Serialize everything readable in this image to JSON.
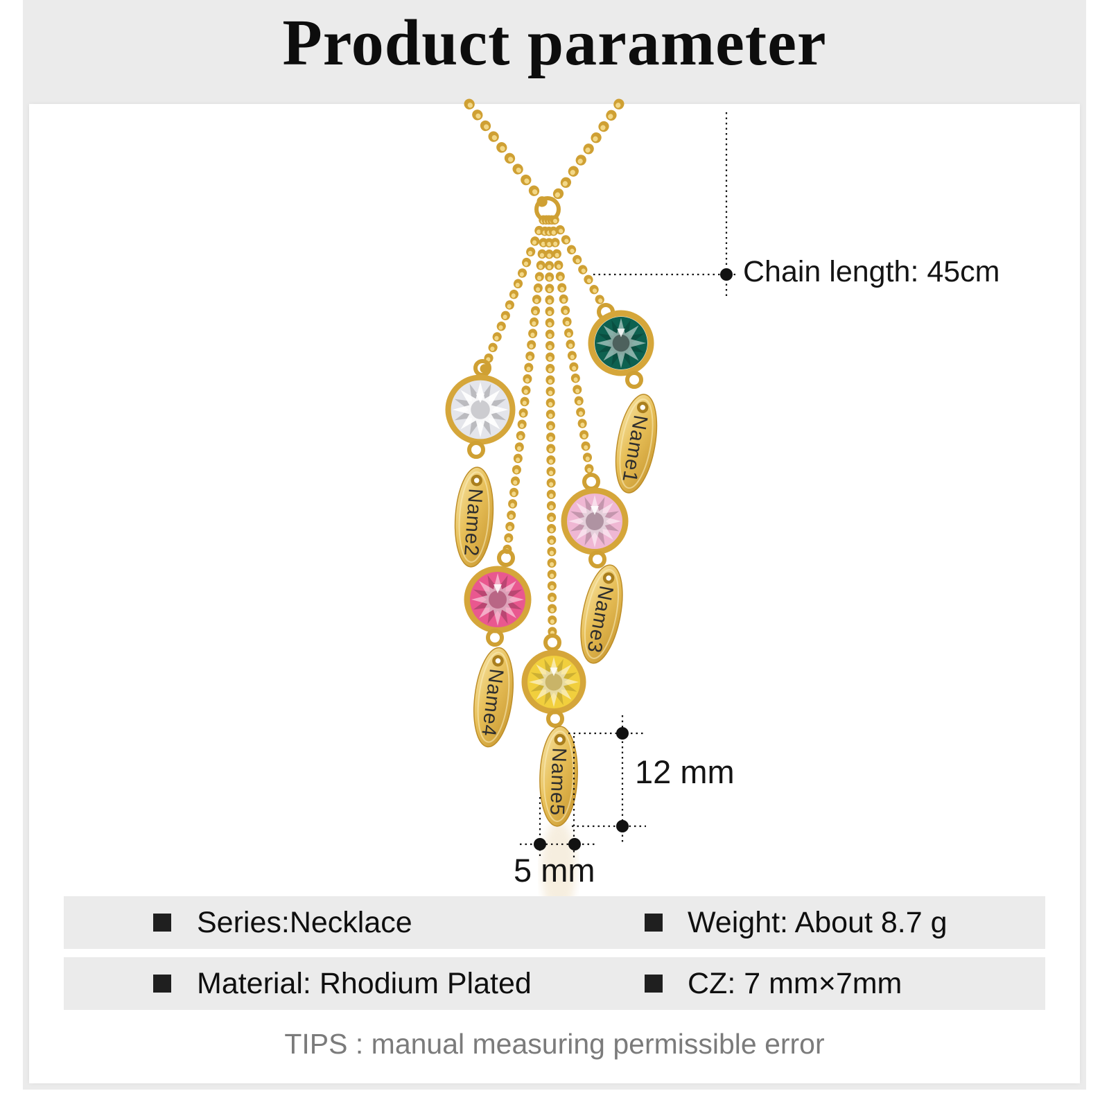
{
  "title": "Product parameter",
  "annotations": {
    "chain_length": "Chain length: 45cm",
    "tag_height": "12 mm",
    "tag_width": "5 mm"
  },
  "necklace": {
    "gold_color": "#d5a63a",
    "pendants": [
      {
        "tag": "Name1",
        "stone": "emerald-green",
        "stone_color": "#0d6150"
      },
      {
        "tag": "Name2",
        "stone": "clear-white",
        "stone_color": "#e4e5ea"
      },
      {
        "tag": "Name3",
        "stone": "light-pink",
        "stone_color": "#efb7d3"
      },
      {
        "tag": "Name4",
        "stone": "rose-pink",
        "stone_color": "#e9588f"
      },
      {
        "tag": "Name5",
        "stone": "yellow",
        "stone_color": "#f1cf3d"
      }
    ]
  },
  "specs": {
    "rows": [
      {
        "left": "Series:Necklace",
        "right": "Weight: About 8.7 g"
      },
      {
        "left": "Material: Rhodium Plated",
        "right": "CZ: 7 mm×7mm"
      }
    ],
    "tips": "TIPS : manual measuring permissible error"
  }
}
